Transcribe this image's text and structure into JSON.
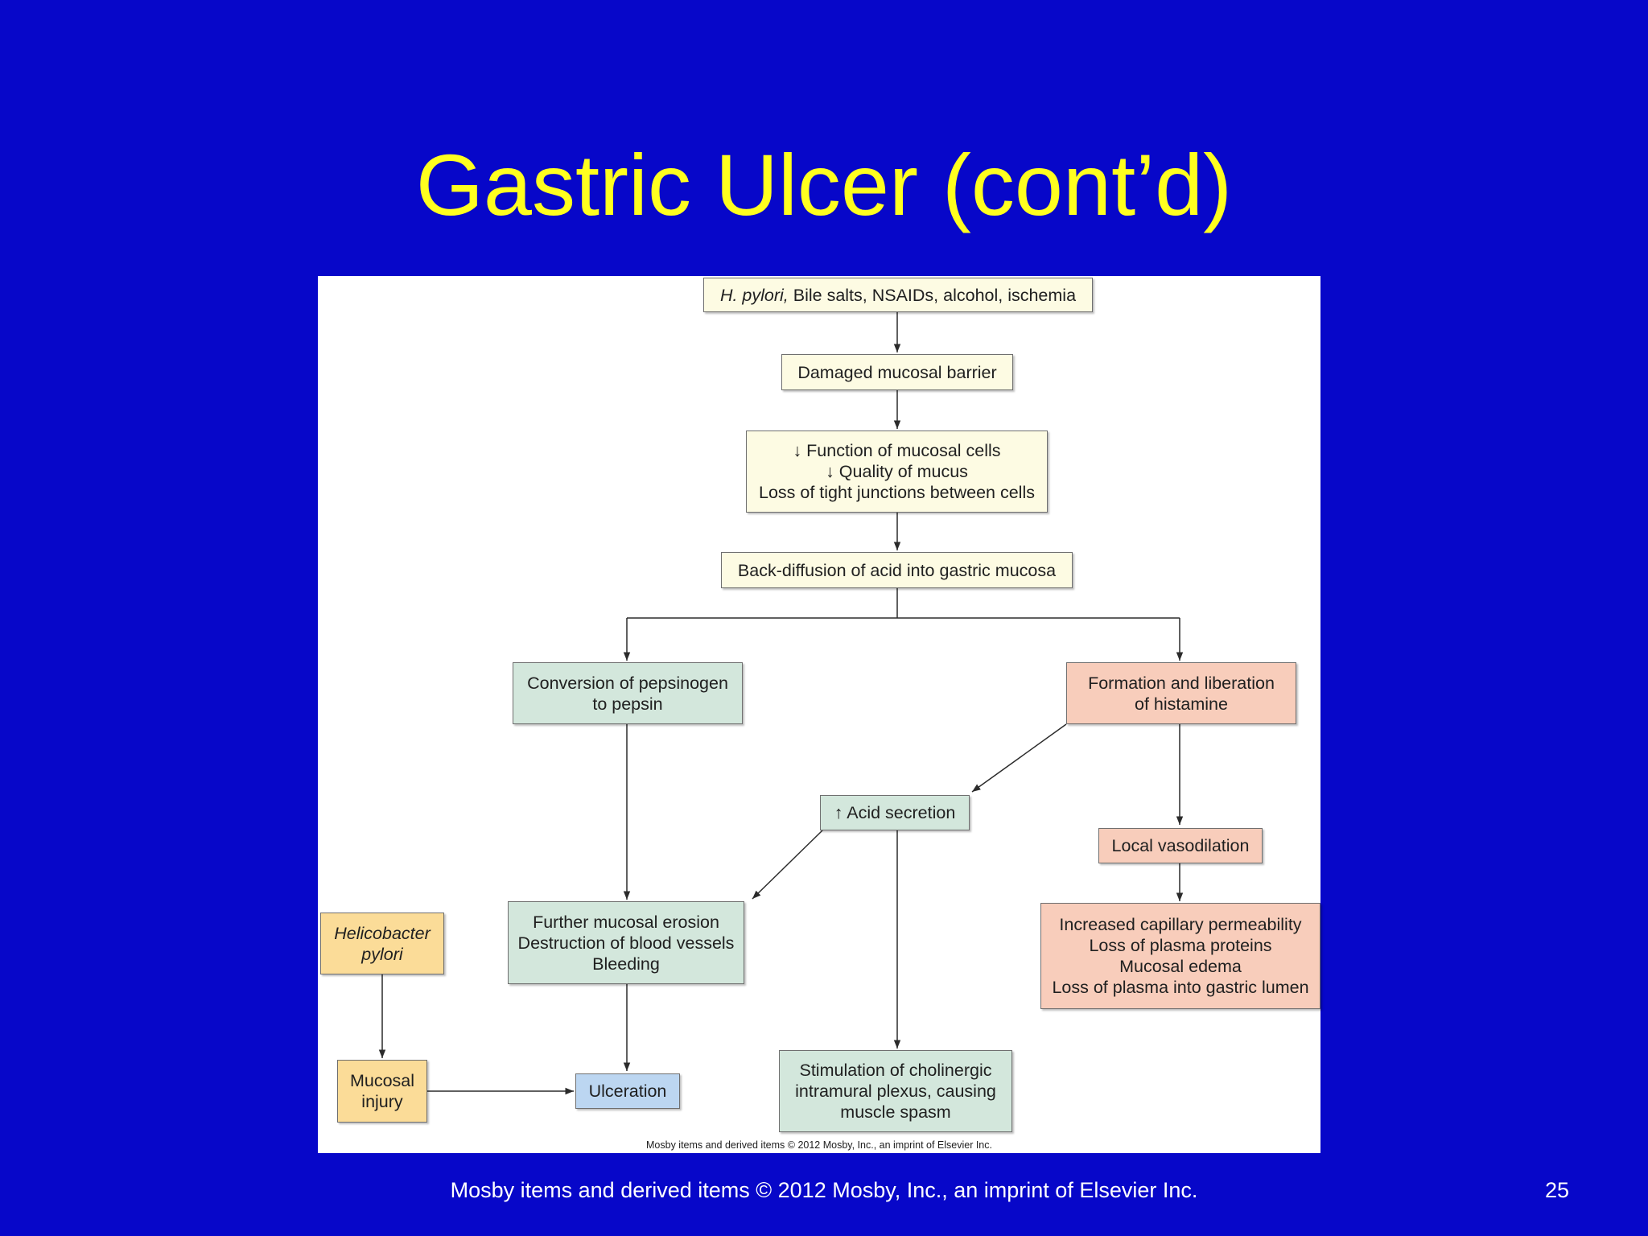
{
  "slide": {
    "title": "Gastric Ulcer (cont’d)",
    "footer": "Mosby items and derived items © 2012 Mosby, Inc., an imprint of Elsevier Inc.",
    "page_number": "25"
  },
  "diagram": {
    "credit": "Mosby items and derived items © 2012 Mosby, Inc., an imprint of Elsevier Inc.",
    "nodes": {
      "causes": {
        "italic": "H. pylori,",
        "rest": " Bile salts, NSAIDs, alcohol, ischemia"
      },
      "barrier": {
        "lines": [
          "Damaged mucosal barrier"
        ]
      },
      "function": {
        "lines": [
          "↓ Function of mucosal cells",
          "↓ Quality of mucus",
          "Loss of tight junctions between cells"
        ]
      },
      "backdiff": {
        "lines": [
          "Back-diffusion of acid into gastric mucosa"
        ]
      },
      "pepsin": {
        "lines": [
          "Conversion of pepsinogen",
          "to pepsin"
        ]
      },
      "histamine": {
        "lines": [
          "Formation and liberation",
          "of histamine"
        ]
      },
      "acid": {
        "lines": [
          "↑ Acid secretion"
        ]
      },
      "vasodilation": {
        "lines": [
          "Local vasodilation"
        ]
      },
      "erosion": {
        "lines": [
          "Further mucosal erosion",
          "Destruction of blood vessels",
          "Bleeding"
        ]
      },
      "capillary": {
        "lines": [
          "Increased capillary permeability",
          "Loss of plasma proteins",
          "Mucosal edema",
          "Loss of plasma into gastric lumen"
        ]
      },
      "hpylori": {
        "lines": [
          "Helicobacter",
          "pylori"
        ]
      },
      "injury": {
        "lines": [
          "Mucosal",
          "injury"
        ]
      },
      "ulceration": {
        "lines": [
          "Ulceration"
        ]
      },
      "cholinergic": {
        "lines": [
          "Stimulation of cholinergic",
          "intramural plexus, causing",
          "muscle spasm"
        ]
      }
    },
    "colors": {
      "background": "#0707c9",
      "title": "#ffff1f",
      "yellow_node": "#fdfbe3",
      "green_node": "#d3e7dc",
      "pink_node": "#f8cdbb",
      "orange_node": "#fbdc98",
      "blue_node": "#bcd6f1"
    }
  }
}
